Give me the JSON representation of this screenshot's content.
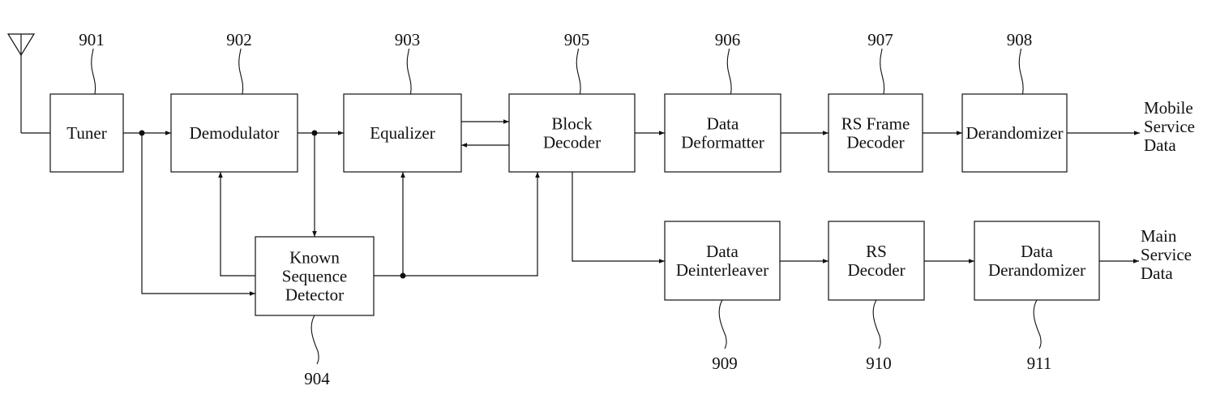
{
  "diagram": {
    "type": "block-diagram",
    "antenna": {
      "icon": "antenna-icon"
    },
    "blocks": [
      {
        "id": "tuner",
        "ref": "901",
        "lines": [
          "Tuner"
        ]
      },
      {
        "id": "demodulator",
        "ref": "902",
        "lines": [
          "Demodulator"
        ]
      },
      {
        "id": "equalizer",
        "ref": "903",
        "lines": [
          "Equalizer"
        ]
      },
      {
        "id": "known-sequence-detector",
        "ref": "904",
        "lines": [
          "Known",
          "Sequence",
          "Detector"
        ]
      },
      {
        "id": "block-decoder",
        "ref": "905",
        "lines": [
          "Block",
          "Decoder"
        ]
      },
      {
        "id": "data-deformatter",
        "ref": "906",
        "lines": [
          "Data",
          "Deformatter"
        ]
      },
      {
        "id": "rs-frame-decoder",
        "ref": "907",
        "lines": [
          "RS Frame",
          "Decoder"
        ]
      },
      {
        "id": "derandomizer",
        "ref": "908",
        "lines": [
          "Derandomizer"
        ]
      },
      {
        "id": "data-deinterleaver",
        "ref": "909",
        "lines": [
          "Data",
          "Deinterleaver"
        ]
      },
      {
        "id": "rs-decoder",
        "ref": "910",
        "lines": [
          "RS",
          "Decoder"
        ]
      },
      {
        "id": "data-derandomizer",
        "ref": "911",
        "lines": [
          "Data",
          "Derandomizer"
        ]
      }
    ],
    "outputs": [
      {
        "id": "mobile-service-data",
        "lines": [
          "Mobile",
          "Service",
          "Data"
        ]
      },
      {
        "id": "main-service-data",
        "lines": [
          "Main",
          "Service",
          "Data"
        ]
      }
    ],
    "connections": [
      {
        "from": "antenna",
        "to": "tuner"
      },
      {
        "from": "tuner",
        "to": "demodulator"
      },
      {
        "from": "tuner",
        "to": "known-sequence-detector"
      },
      {
        "from": "demodulator",
        "to": "equalizer"
      },
      {
        "from": "demodulator",
        "to": "known-sequence-detector"
      },
      {
        "from": "known-sequence-detector",
        "to": "demodulator"
      },
      {
        "from": "known-sequence-detector",
        "to": "equalizer"
      },
      {
        "from": "known-sequence-detector",
        "to": "block-decoder"
      },
      {
        "from": "equalizer",
        "to": "block-decoder"
      },
      {
        "from": "block-decoder",
        "to": "equalizer"
      },
      {
        "from": "block-decoder",
        "to": "data-deformatter"
      },
      {
        "from": "block-decoder",
        "to": "data-deinterleaver"
      },
      {
        "from": "data-deformatter",
        "to": "rs-frame-decoder"
      },
      {
        "from": "rs-frame-decoder",
        "to": "derandomizer"
      },
      {
        "from": "derandomizer",
        "to": "mobile-service-data"
      },
      {
        "from": "data-deinterleaver",
        "to": "rs-decoder"
      },
      {
        "from": "rs-decoder",
        "to": "data-derandomizer"
      },
      {
        "from": "data-derandomizer",
        "to": "main-service-data"
      }
    ]
  }
}
